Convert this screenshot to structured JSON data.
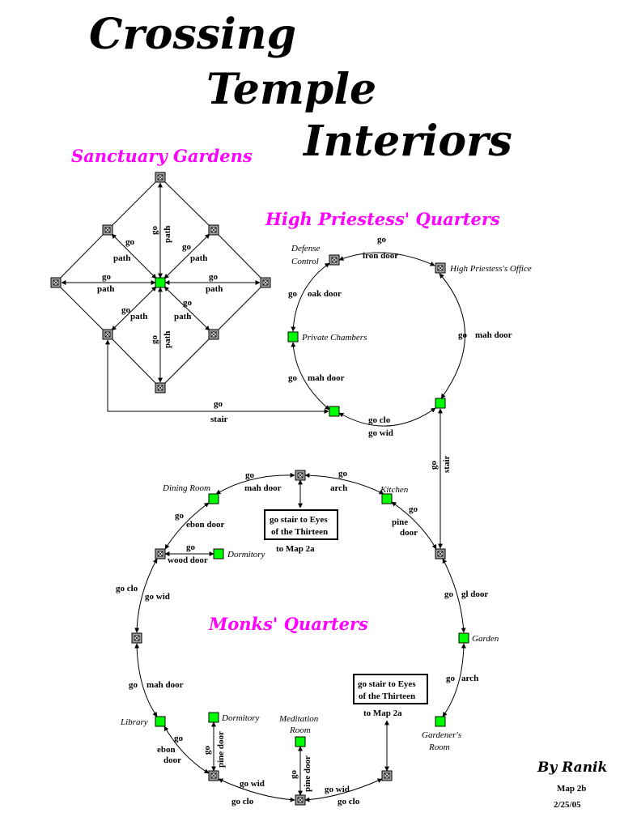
{
  "title": [
    "Crossing",
    "Temple",
    "Interiors"
  ],
  "sections": {
    "sanctuary": "Sanctuary Gardens",
    "priestess": "High Priestess' Quarters",
    "monks": "Monks' Quarters"
  },
  "rooms": {
    "defense_control": [
      "Defense",
      "Control"
    ],
    "high_priestess_office": "High Priestess's Office",
    "private_chambers": "Private Chambers",
    "dining_room": "Dining Room",
    "kitchen": "Kitchen",
    "dormitory_upper": "Dormitory",
    "garden": "Garden",
    "library": "Library",
    "dormitory_lower": "Dormitory",
    "meditation_room": [
      "Meditation",
      "Room"
    ],
    "gardeners_room": [
      "Gardener's",
      "Room"
    ]
  },
  "links": {
    "go": "go",
    "path": "path",
    "stair": "stair",
    "iron_door": "iron door",
    "oak_door": "oak door",
    "mah_door": "mah door",
    "go_clo": "go clo",
    "go_wid": "go wid",
    "arch": "arch",
    "ebon_door": "ebon door",
    "pine_door": "pine door",
    "wood_door": "wood door",
    "gl_door": "gl door",
    "ebon": "ebon",
    "door": "door",
    "pine": "pine"
  },
  "notes": {
    "upper_box": [
      "go stair to Eyes",
      "of the Thirteen"
    ],
    "upper_to": "to Map 2a",
    "lower_box": [
      "go stair to Eyes",
      "of the Thirteen"
    ],
    "lower_to": "to Map 2a"
  },
  "credit": {
    "author": "By Ranik",
    "map": "Map 2b",
    "date": "2/25/05"
  },
  "colors": {
    "room_green": "#00ff00",
    "node_gray": "#a0a0a0",
    "section_magenta": "#ff00ff"
  }
}
